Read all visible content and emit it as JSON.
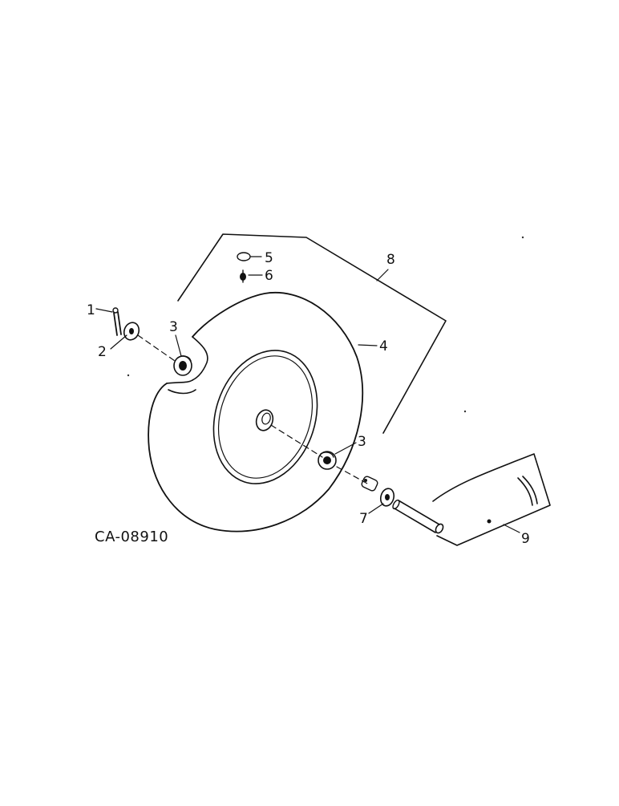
{
  "diagram": {
    "drawing_id": "CA-08910",
    "callouts": [
      {
        "id": "c1",
        "label": "1"
      },
      {
        "id": "c2",
        "label": "2"
      },
      {
        "id": "c3a",
        "label": "3"
      },
      {
        "id": "c3b",
        "label": "3"
      },
      {
        "id": "c4",
        "label": "4"
      },
      {
        "id": "c5",
        "label": "5"
      },
      {
        "id": "c6",
        "label": "6"
      },
      {
        "id": "c7",
        "label": "7"
      },
      {
        "id": "c8",
        "label": "8"
      },
      {
        "id": "c9",
        "label": "9"
      }
    ]
  }
}
